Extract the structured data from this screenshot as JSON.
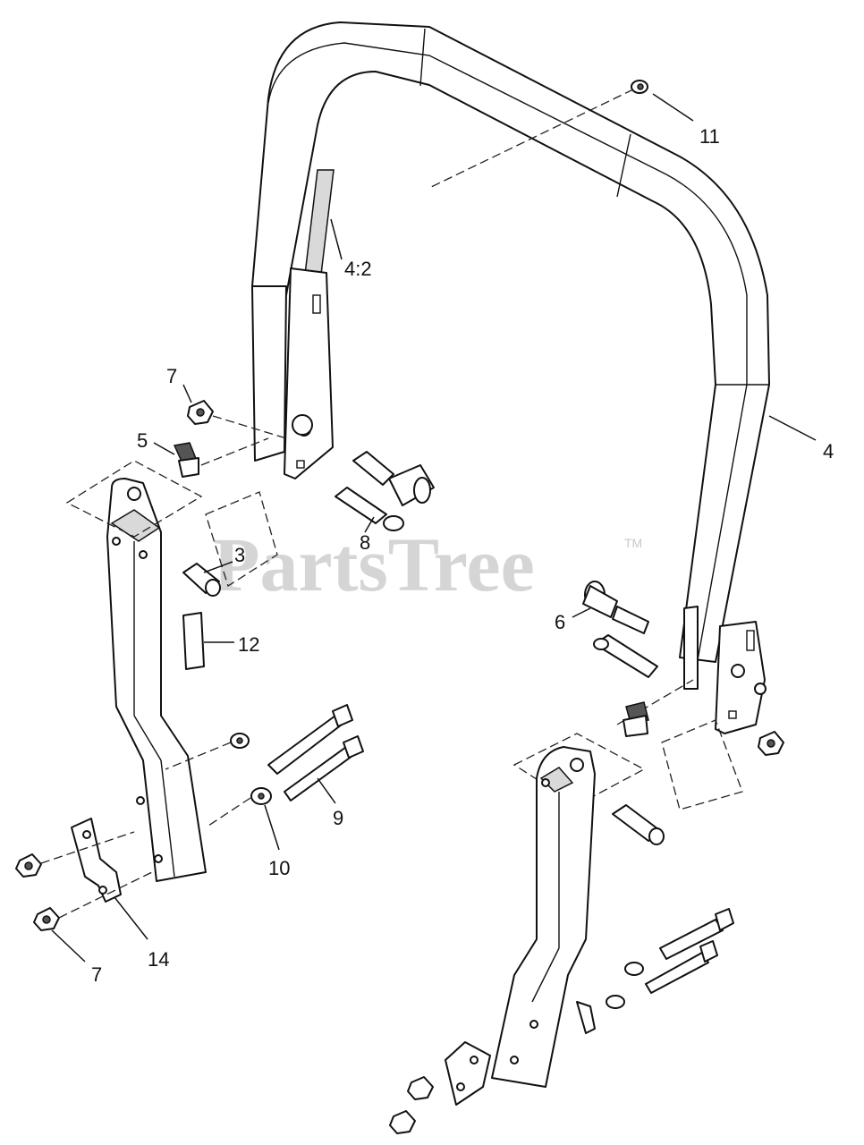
{
  "watermark": {
    "text": "PartsTree",
    "tm": "TM"
  },
  "callouts": [
    {
      "id": "c-11",
      "label": "11"
    },
    {
      "id": "c-4-2",
      "label": "4:2"
    },
    {
      "id": "c-4",
      "label": "4"
    },
    {
      "id": "c-7-top",
      "label": "7"
    },
    {
      "id": "c-5",
      "label": "5"
    },
    {
      "id": "c-8",
      "label": "8"
    },
    {
      "id": "c-3",
      "label": "3"
    },
    {
      "id": "c-6",
      "label": "6"
    },
    {
      "id": "c-12",
      "label": "12"
    },
    {
      "id": "c-9",
      "label": "9"
    },
    {
      "id": "c-10",
      "label": "10"
    },
    {
      "id": "c-14",
      "label": "14"
    },
    {
      "id": "c-7-bottom",
      "label": "7"
    }
  ]
}
